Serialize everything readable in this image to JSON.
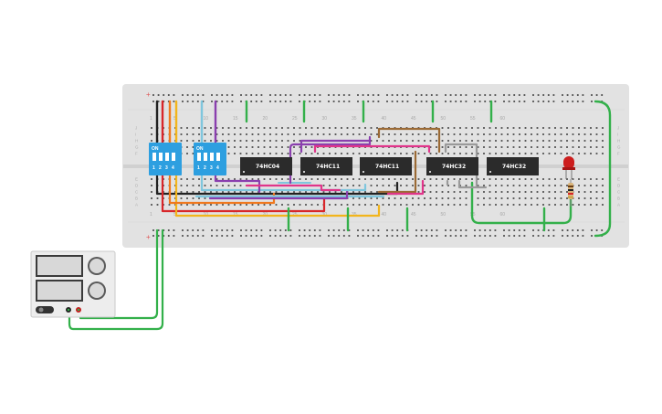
{
  "breadboard": {
    "column_numbers": [
      "1",
      "5",
      "10",
      "15",
      "20",
      "25",
      "30",
      "35",
      "40",
      "45",
      "50",
      "55",
      "60"
    ],
    "row_letters_top": [
      "J",
      "I",
      "H",
      "G",
      "F"
    ],
    "row_letters_bottom": [
      "E",
      "D",
      "C",
      "B",
      "A"
    ],
    "rail_plus": "+",
    "rail_minus": "-"
  },
  "dip_switches": [
    {
      "label": "ON",
      "numbers": [
        "1",
        "2",
        "3",
        "4"
      ]
    },
    {
      "label": "ON",
      "numbers": [
        "1",
        "2",
        "3",
        "4"
      ]
    }
  ],
  "chips": [
    {
      "label": "74HC04"
    },
    {
      "label": "74HC11"
    },
    {
      "label": "74HC11"
    },
    {
      "label": "74HC32"
    },
    {
      "label": "74HC32"
    }
  ],
  "power_supply": {
    "brand": ""
  },
  "colors": {
    "board": "#e2e2e2",
    "chip": "#2b2b2b",
    "dip": "#2d9fe0",
    "led": "#cc1d1d",
    "wire_green": "#33b04a",
    "wire_red": "#d8262a",
    "wire_orange": "#f0781e",
    "wire_yellow": "#f2b51c",
    "wire_purple": "#8a3fae",
    "wire_black": "#222222",
    "wire_cyan": "#7fc6dd",
    "wire_pink": "#e0358a",
    "wire_brown": "#9b6a35",
    "wire_gray": "#9a9a9a"
  }
}
